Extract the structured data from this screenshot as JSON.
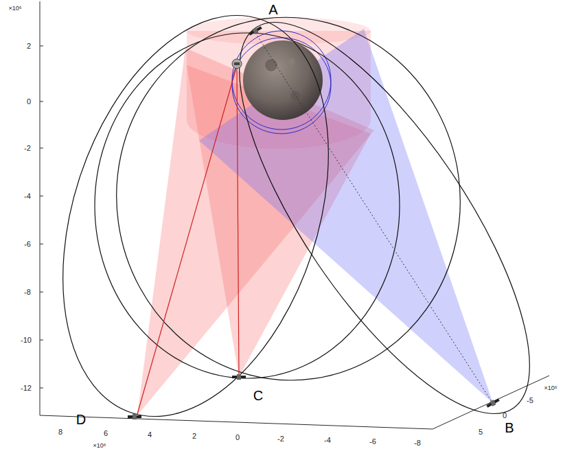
{
  "diagram": {
    "labels": [
      "×10⁶",
      "2",
      "0",
      "-2",
      "-4",
      "-6",
      "-8",
      "-10",
      "-12",
      "A",
      "B",
      "C",
      "D",
      "8",
      "6",
      "4",
      "2",
      "0",
      "-2",
      "-4",
      "-6",
      "-8",
      "×10⁶",
      "5",
      "0",
      "-5",
      "×10⁶"
    ]
  }
}
